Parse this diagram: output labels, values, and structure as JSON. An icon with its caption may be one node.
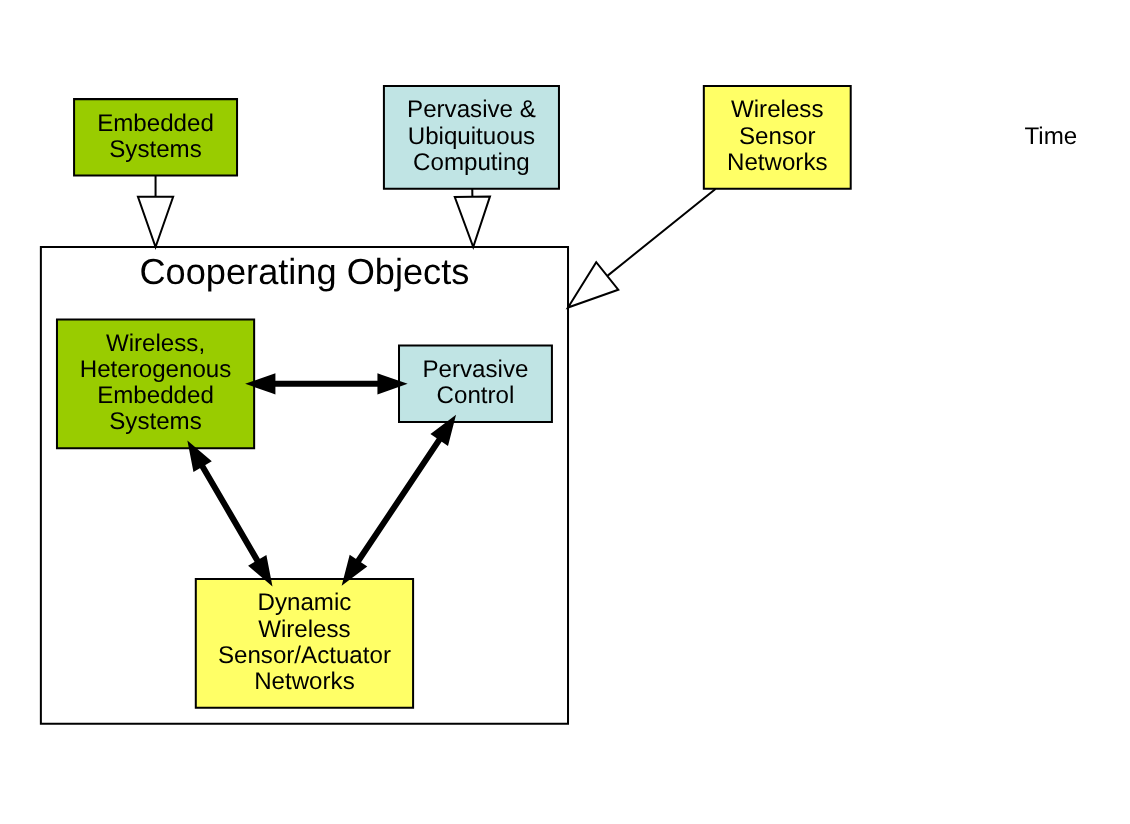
{
  "diagram": {
    "nodes": [
      {
        "text": [
          "Embedded Systems"
        ]
      },
      {
        "text": [
          "Pervasive & Ubiquituous Computing"
        ]
      },
      {
        "text": [
          "Wireless Sensor Networks"
        ]
      },
      {
        "text": [
          "Cooperating Objects"
        ]
      },
      {
        "text": [
          "Wireless, Heterogenous Embedded Systems"
        ],
        "in": 3
      },
      {
        "text": [
          "Pervasive Control"
        ],
        "in": 3
      },
      {
        "text": [
          "Dynamic Wireless Sensor/Actuator Networks"
        ],
        "in": 3
      }
    ],
    "edges": [
      {
        "from": 0,
        "to": 3,
        "arrow": "to"
      },
      {
        "from": 1,
        "to": 3,
        "arrow": "to"
      },
      {
        "from": 2,
        "to": 3,
        "arrow": "to"
      },
      {
        "from": 4,
        "to": 5,
        "arrow": "both",
        "style": "thick"
      },
      {
        "from": 4,
        "to": 6,
        "arrow": "both",
        "style": "thick"
      },
      {
        "from": 5,
        "to": 6,
        "arrow": "both",
        "style": "thick"
      }
    ],
    "labels": [
      "Time"
    ]
  }
}
